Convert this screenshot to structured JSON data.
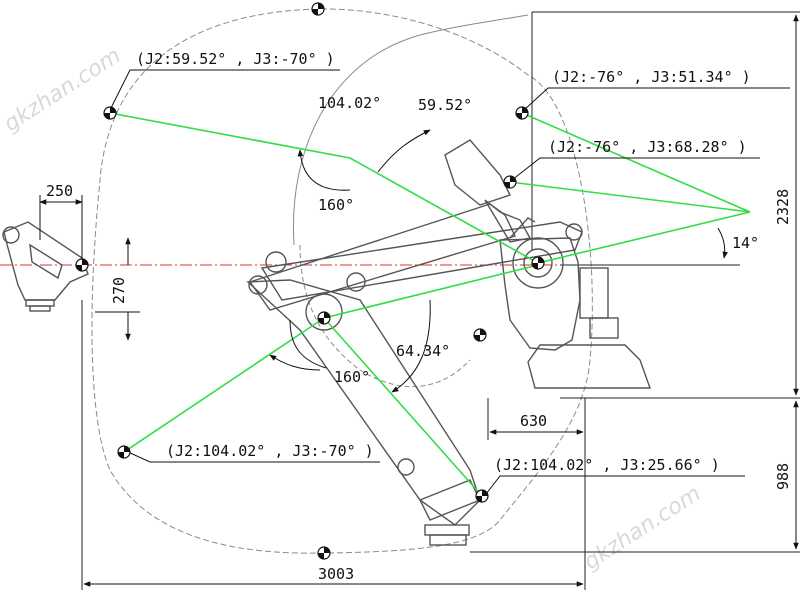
{
  "positions": [
    {
      "id": "pos-top-left",
      "label": "(J2:59.52° , J3:-70° )"
    },
    {
      "id": "pos-top-right",
      "label": "(J2:-76° , J3:51.34° )"
    },
    {
      "id": "pos-mid-right",
      "label": "(J2:-76° , J3:68.28° )"
    },
    {
      "id": "pos-bottom-left",
      "label": "(J2:104.02° , J3:-70° )"
    },
    {
      "id": "pos-bottom-right",
      "label": "(J2:104.02° , J3:25.66° )"
    }
  ],
  "angles": {
    "upper_104": "104.02°",
    "upper_59": "59.52°",
    "upper_160": "160°",
    "right_14": "14°",
    "lower_64": "64.34°",
    "lower_160": "160°"
  },
  "dimensions": {
    "width_250": "250",
    "height_270": "270",
    "height_2328": "2328",
    "width_630": "630",
    "height_988": "988",
    "width_3003": "3003"
  },
  "watermark": "gkzhan.com",
  "colors": {
    "reach_line": "#33dd44",
    "ink": "#111111",
    "outline": "#555555",
    "hidden": "#8a8a8a",
    "center": "#dd3333"
  }
}
